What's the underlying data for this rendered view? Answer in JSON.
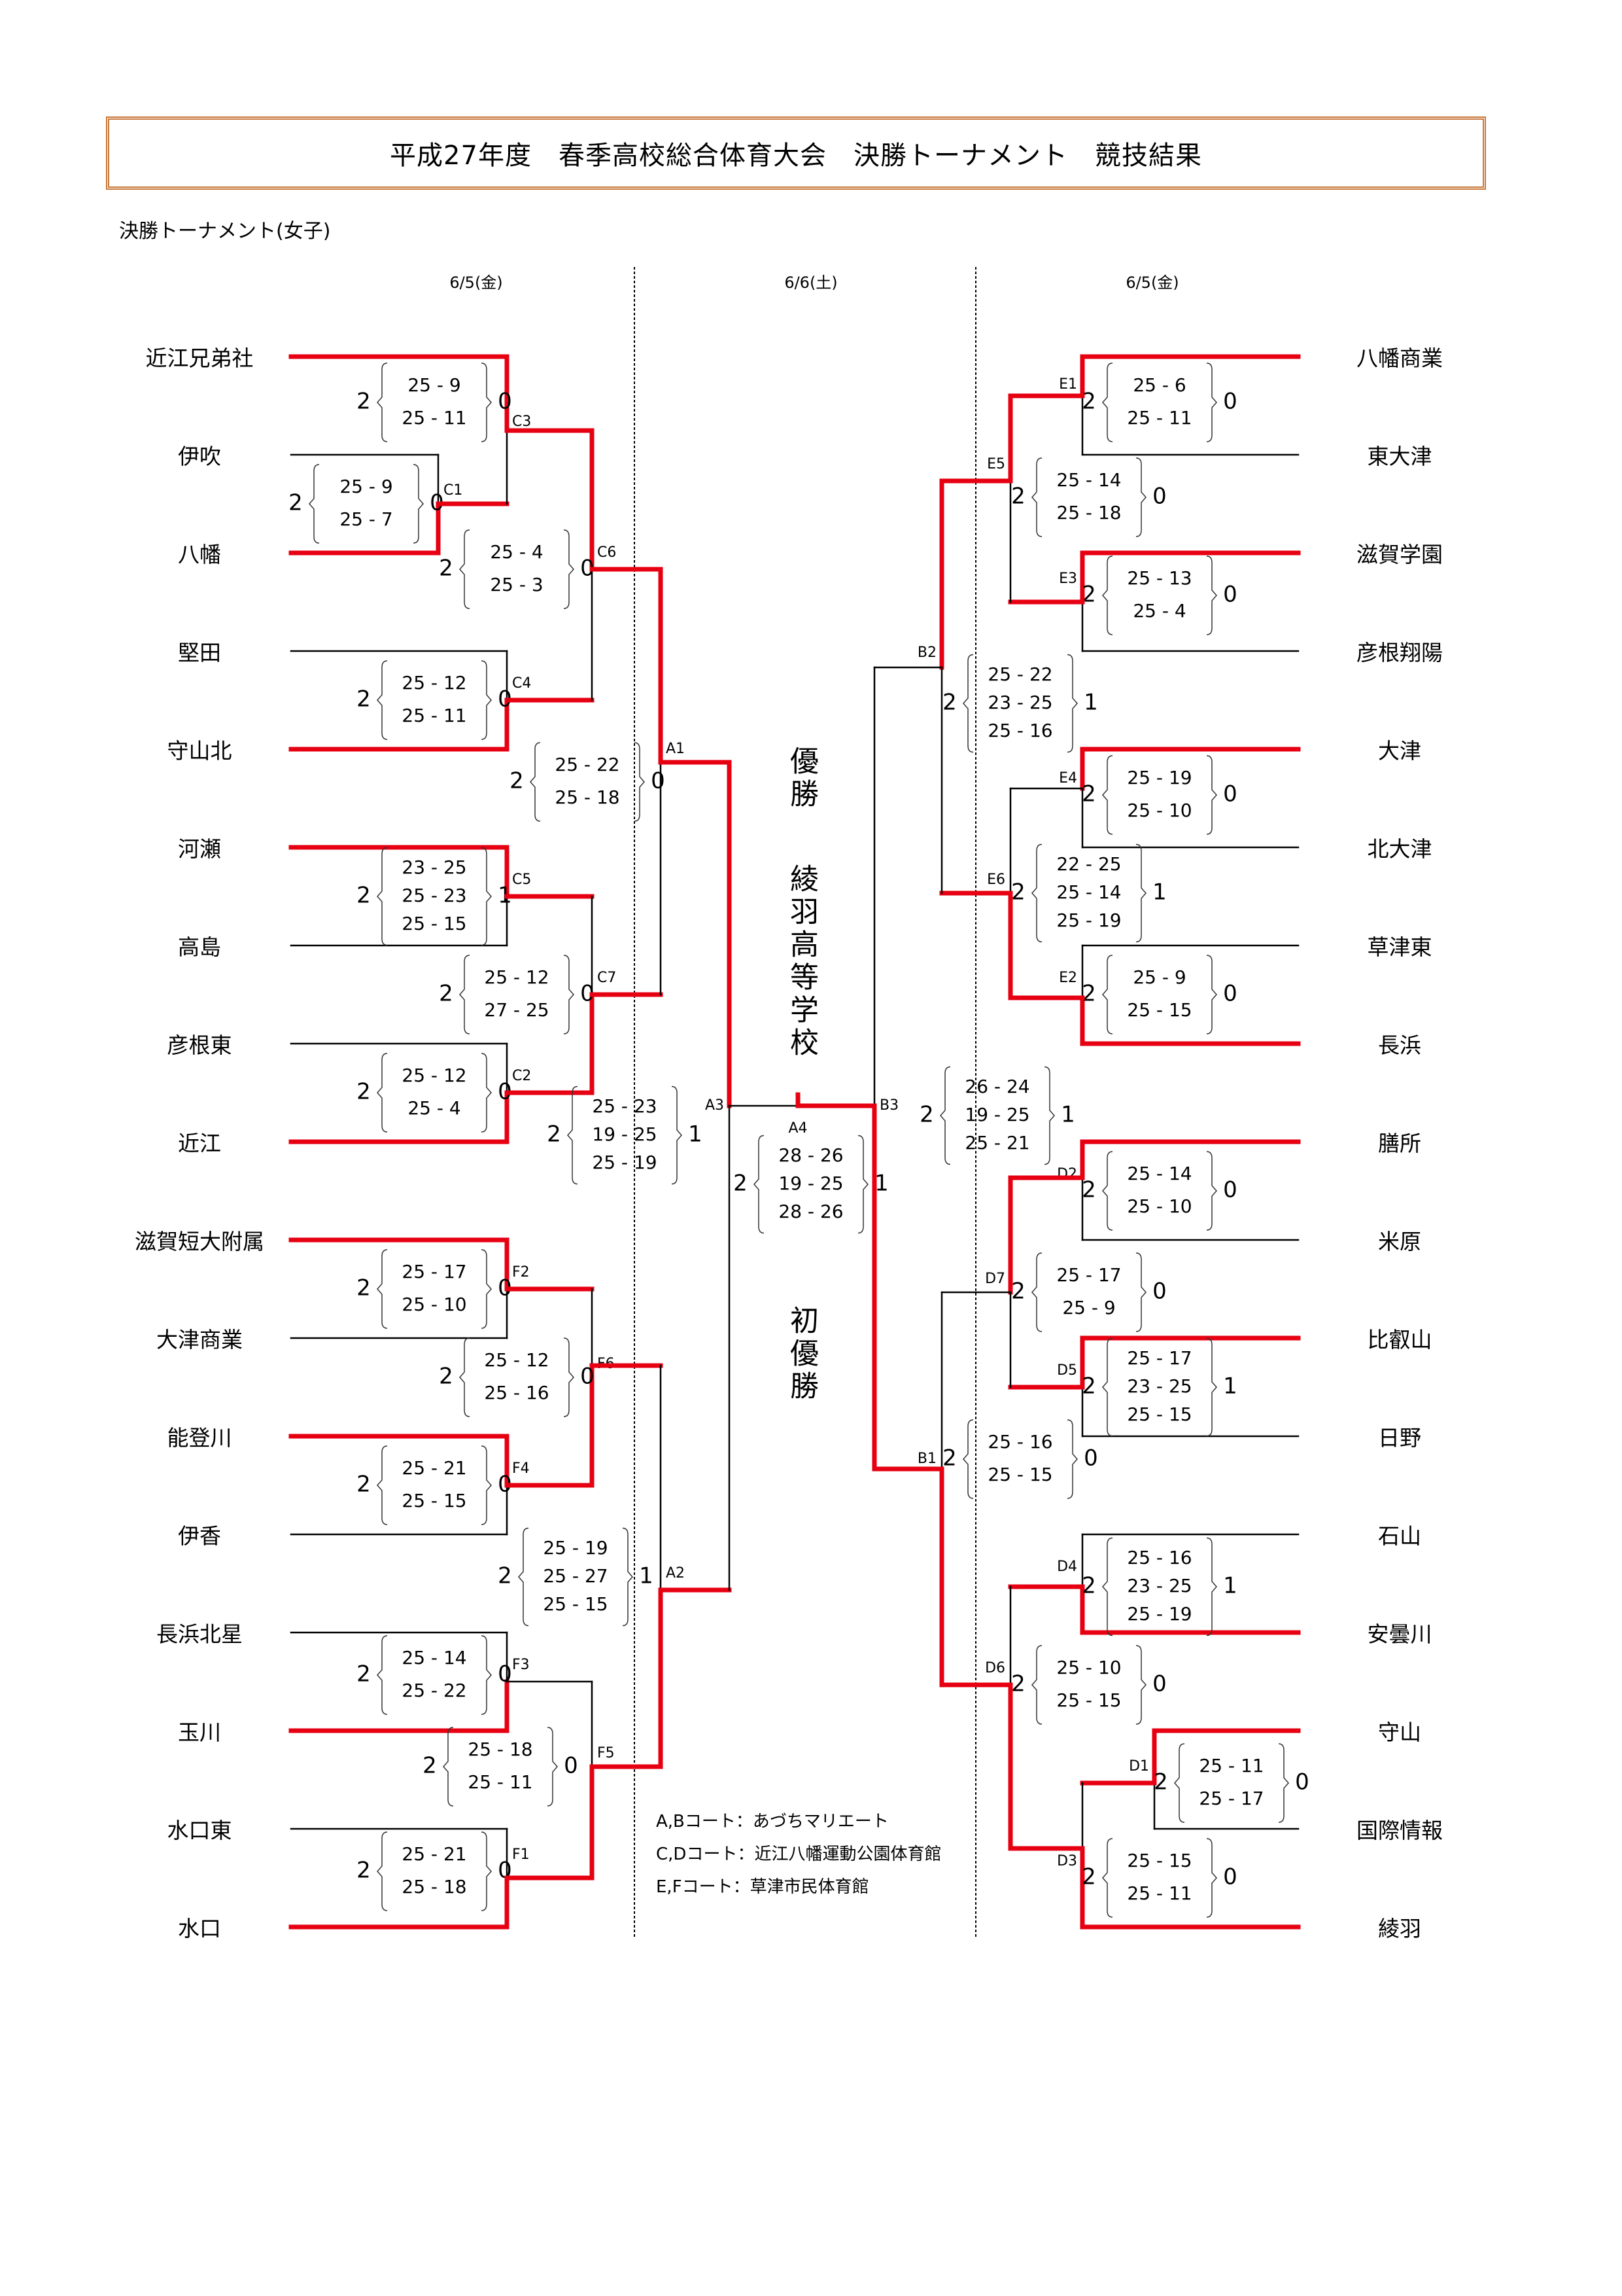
{
  "header": {
    "title": "平成27年度　春季高校総合体育大会　決勝トーナメント　競技結果",
    "subtitle": "決勝トーナメント(女子)"
  },
  "dates": {
    "left": "6/5(金)",
    "center": "6/6(土)",
    "right": "6/5(金)"
  },
  "colors": {
    "winner_line": "#e60012",
    "loser_line": "#000000",
    "title_border": "#c8783a"
  },
  "champion": {
    "line1": "優勝",
    "line2": "綾羽高等学校",
    "line3": "初優勝"
  },
  "legend": [
    "A,Bコート：あづちマリエート",
    "C,Dコート：近江八幡運動公園体育館",
    "E,Fコート：草津市民体育館"
  ],
  "left_teams": [
    "近江兄弟社",
    "伊吹",
    "八幡",
    "堅田",
    "守山北",
    "河瀬",
    "高島",
    "彦根東",
    "近江",
    "滋賀短大附属",
    "大津商業",
    "能登川",
    "伊香",
    "長浜北星",
    "玉川",
    "水口東",
    "水口"
  ],
  "right_teams": [
    "八幡商業",
    "東大津",
    "滋賀学園",
    "彦根翔陽",
    "大津",
    "北大津",
    "草津東",
    "長浜",
    "膳所",
    "米原",
    "比叡山",
    "日野",
    "石山",
    "安曇川",
    "守山",
    "国際情報",
    "綾羽"
  ],
  "matches": [
    {
      "id": "C1",
      "winner": "八幡",
      "loser": "伊吹",
      "sets_won": 2,
      "sets_lost": 0,
      "sets": [
        "25 - 9",
        "25 - 7"
      ]
    },
    {
      "id": "C3",
      "winner": "近江兄弟社",
      "loser": "八幡",
      "sets_won": 2,
      "sets_lost": 0,
      "sets": [
        "25 - 9",
        "25 - 11"
      ]
    },
    {
      "id": "C4",
      "winner": "守山北",
      "loser": "堅田",
      "sets_won": 2,
      "sets_lost": 0,
      "sets": [
        "25 - 12",
        "25 - 11"
      ]
    },
    {
      "id": "C6",
      "winner": "近江兄弟社",
      "loser": "守山北",
      "sets_won": 2,
      "sets_lost": 0,
      "sets": [
        "25 - 4",
        "25 - 3"
      ]
    },
    {
      "id": "C5",
      "winner": "河瀬",
      "loser": "高島",
      "sets_won": 2,
      "sets_lost": 1,
      "sets": [
        "23 - 25",
        "25 - 23",
        "25 - 15"
      ]
    },
    {
      "id": "C2",
      "winner": "近江",
      "loser": "彦根東",
      "sets_won": 2,
      "sets_lost": 0,
      "sets": [
        "25 - 12",
        "25 - 4"
      ]
    },
    {
      "id": "C7",
      "winner": "近江",
      "loser": "河瀬",
      "sets_won": 2,
      "sets_lost": 0,
      "sets": [
        "25 - 12",
        "27 - 25"
      ]
    },
    {
      "id": "A1",
      "winner": "近江兄弟社",
      "loser": "近江",
      "sets_won": 2,
      "sets_lost": 0,
      "sets": [
        "25 - 22",
        "25 - 18"
      ]
    },
    {
      "id": "F2",
      "winner": "滋賀短大附属",
      "loser": "大津商業",
      "sets_won": 2,
      "sets_lost": 0,
      "sets": [
        "25 - 17",
        "25 - 10"
      ]
    },
    {
      "id": "F4",
      "winner": "能登川",
      "loser": "伊香",
      "sets_won": 2,
      "sets_lost": 0,
      "sets": [
        "25 - 21",
        "25 - 15"
      ]
    },
    {
      "id": "F6",
      "winner": "能登川",
      "loser": "滋賀短大附属",
      "sets_won": 2,
      "sets_lost": 0,
      "sets": [
        "25 - 12",
        "25 - 16"
      ]
    },
    {
      "id": "F3",
      "winner": "玉川",
      "loser": "長浜北星",
      "sets_won": 2,
      "sets_lost": 0,
      "sets": [
        "25 - 14",
        "25 - 22"
      ]
    },
    {
      "id": "F1",
      "winner": "水口",
      "loser": "水口東",
      "sets_won": 2,
      "sets_lost": 0,
      "sets": [
        "25 - 21",
        "25 - 18"
      ]
    },
    {
      "id": "F5",
      "winner": "水口",
      "loser": "玉川",
      "sets_won": 2,
      "sets_lost": 0,
      "sets": [
        "25 - 18",
        "25 - 11"
      ]
    },
    {
      "id": "A2",
      "winner": "水口",
      "loser": "能登川",
      "sets_won": 2,
      "sets_lost": 1,
      "sets": [
        "25 - 19",
        "25 - 27",
        "25 - 15"
      ]
    },
    {
      "id": "A3",
      "winner": "近江兄弟社",
      "loser": "水口",
      "sets_won": 2,
      "sets_lost": 1,
      "sets": [
        "25 - 23",
        "19 - 25",
        "25 - 19"
      ]
    },
    {
      "id": "E1",
      "winner": "八幡商業",
      "loser": "東大津",
      "sets_won": 2,
      "sets_lost": 0,
      "sets": [
        "25 - 6",
        "25 - 11"
      ]
    },
    {
      "id": "E3",
      "winner": "滋賀学園",
      "loser": "彦根翔陽",
      "sets_won": 2,
      "sets_lost": 0,
      "sets": [
        "25 - 13",
        "25 - 4"
      ]
    },
    {
      "id": "E5",
      "winner": "八幡商業",
      "loser": "滋賀学園",
      "sets_won": 2,
      "sets_lost": 0,
      "sets": [
        "25 - 14",
        "25 - 18"
      ]
    },
    {
      "id": "E4",
      "winner": "大津",
      "loser": "北大津",
      "sets_won": 2,
      "sets_lost": 0,
      "sets": [
        "25 - 19",
        "25 - 10"
      ]
    },
    {
      "id": "E2",
      "winner": "長浜",
      "loser": "草津東",
      "sets_won": 2,
      "sets_lost": 0,
      "sets": [
        "25 - 9",
        "25 - 15"
      ]
    },
    {
      "id": "E6",
      "winner": "長浜",
      "loser": "大津",
      "sets_won": 2,
      "sets_lost": 1,
      "sets": [
        "22 - 25",
        "25 - 14",
        "25 - 19"
      ]
    },
    {
      "id": "B2",
      "winner": "八幡商業",
      "loser": "長浜",
      "sets_won": 2,
      "sets_lost": 1,
      "sets": [
        "25 - 22",
        "23 - 25",
        "25 - 16"
      ]
    },
    {
      "id": "D2",
      "winner": "膳所",
      "loser": "米原",
      "sets_won": 2,
      "sets_lost": 0,
      "sets": [
        "25 - 14",
        "25 - 10"
      ]
    },
    {
      "id": "D5",
      "winner": "比叡山",
      "loser": "日野",
      "sets_won": 2,
      "sets_lost": 1,
      "sets": [
        "25 - 17",
        "23 - 25",
        "25 - 15"
      ]
    },
    {
      "id": "D7",
      "winner": "膳所",
      "loser": "比叡山",
      "sets_won": 2,
      "sets_lost": 0,
      "sets": [
        "25 - 17",
        "25 - 9"
      ]
    },
    {
      "id": "D4",
      "winner": "安曇川",
      "loser": "石山",
      "sets_won": 2,
      "sets_lost": 1,
      "sets": [
        "25 - 16",
        "23 - 25",
        "25 - 19"
      ]
    },
    {
      "id": "D1",
      "winner": "守山",
      "loser": "国際情報",
      "sets_won": 2,
      "sets_lost": 0,
      "sets": [
        "25 - 11",
        "25 - 17"
      ]
    },
    {
      "id": "D3",
      "winner": "綾羽",
      "loser": "守山",
      "sets_won": 2,
      "sets_lost": 0,
      "sets": [
        "25 - 15",
        "25 - 11"
      ]
    },
    {
      "id": "D6",
      "winner": "綾羽",
      "loser": "安曇川",
      "sets_won": 2,
      "sets_lost": 0,
      "sets": [
        "25 - 10",
        "25 - 15"
      ]
    },
    {
      "id": "B1",
      "winner": "綾羽",
      "loser": "膳所",
      "sets_won": 2,
      "sets_lost": 0,
      "sets": [
        "25 - 16",
        "25 - 15"
      ]
    },
    {
      "id": "B3",
      "winner": "綾羽",
      "loser": "八幡商業",
      "sets_won": 2,
      "sets_lost": 1,
      "sets": [
        "26 - 24",
        "19 - 25",
        "25 - 21"
      ]
    },
    {
      "id": "A4",
      "winner": "綾羽",
      "loser": "近江兄弟社",
      "sets_won": 2,
      "sets_lost": 1,
      "sets": [
        "28 - 26",
        "19 - 25",
        "28 - 26"
      ]
    }
  ]
}
